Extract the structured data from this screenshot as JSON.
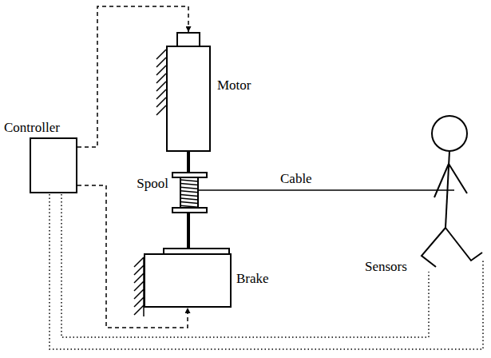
{
  "diagram": {
    "nodes": [
      {
        "text": [
          "Controller"
        ]
      },
      {
        "text": [
          "Motor"
        ]
      },
      {
        "text": [
          "Spool"
        ]
      },
      {
        "text": [
          "Brake"
        ]
      }
    ],
    "edges": [
      {
        "from": 0,
        "to": 1,
        "arrow": "to"
      },
      {
        "from": 0,
        "to": 3,
        "arrow": "to"
      },
      {
        "from": 1,
        "to": 2,
        "arrow": "none"
      },
      {
        "from": 2,
        "to": 3,
        "arrow": "none"
      }
    ],
    "labels": [
      "Cable",
      "Sensors"
    ]
  }
}
